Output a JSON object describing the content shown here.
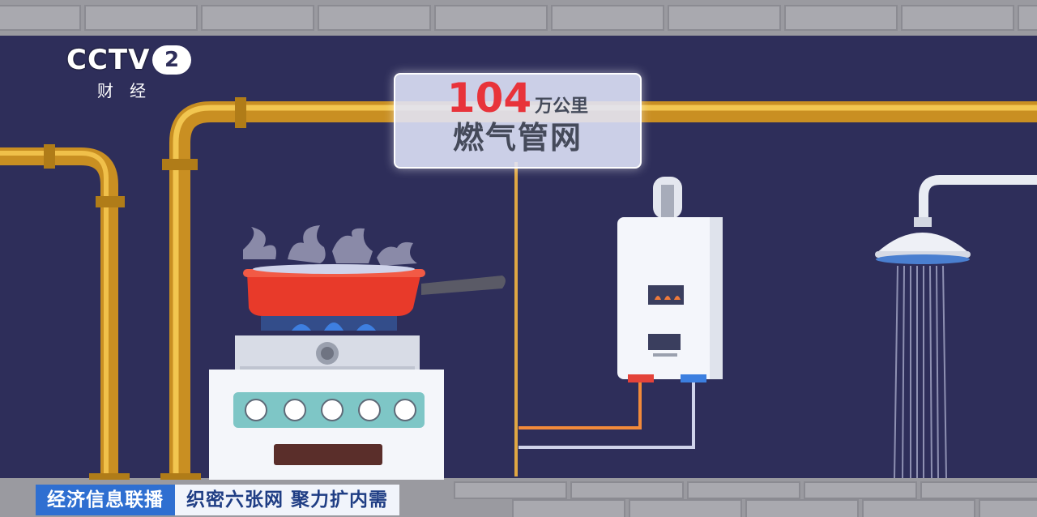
{
  "channel_logo": {
    "main": "CCTV",
    "number": "2",
    "sub": "财经"
  },
  "info_box": {
    "number": "104",
    "unit": "万公里",
    "title": "燃气管网"
  },
  "caption": {
    "program": "经济信息联播",
    "headline": "织密六张网 聚力扩内需"
  },
  "icons": [
    "gas-pipe-icon",
    "frying-pan-icon",
    "stove-icon",
    "water-heater-icon",
    "shower-head-icon"
  ],
  "colors": {
    "background": "#2e2e5a",
    "pipe": "#d9a233",
    "pan": "#e83a2a",
    "caption_blue": "#2f6fd1",
    "highlight_red": "#e8333a"
  }
}
